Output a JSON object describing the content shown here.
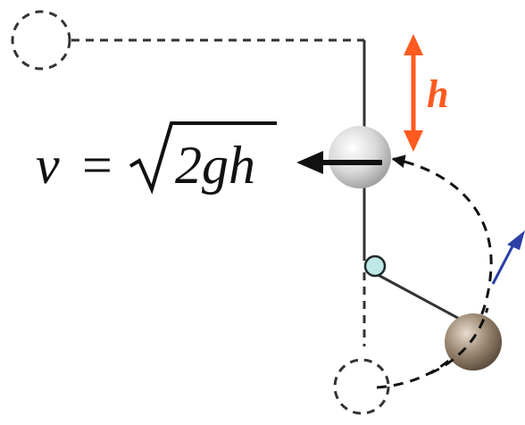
{
  "labels": {
    "height_symbol": "h",
    "velocity_symbol": "v",
    "equals_sign": "=",
    "sqrt_argument": "2gh"
  },
  "colors": {
    "background": "#ffffff",
    "rope_line": "#333333",
    "dashed_path": "#111111",
    "height_arrow": "#ff5a1f",
    "velocity_arrow": "#111111",
    "pivot_fill": "#bfe7e6",
    "pivot_stroke": "#1e2a2a",
    "silver_ball": "#d9d9d9",
    "bronze_ball": "#9a8670",
    "blue_arrow": "#2c3fa6"
  },
  "icons": {
    "top_left_ghost": "dashed-circle-icon",
    "bottom_ghost": "dashed-circle-icon",
    "silver_ball": "sphere-icon",
    "bronze_ball": "sphere-icon",
    "pivot": "pivot-circle-icon"
  }
}
